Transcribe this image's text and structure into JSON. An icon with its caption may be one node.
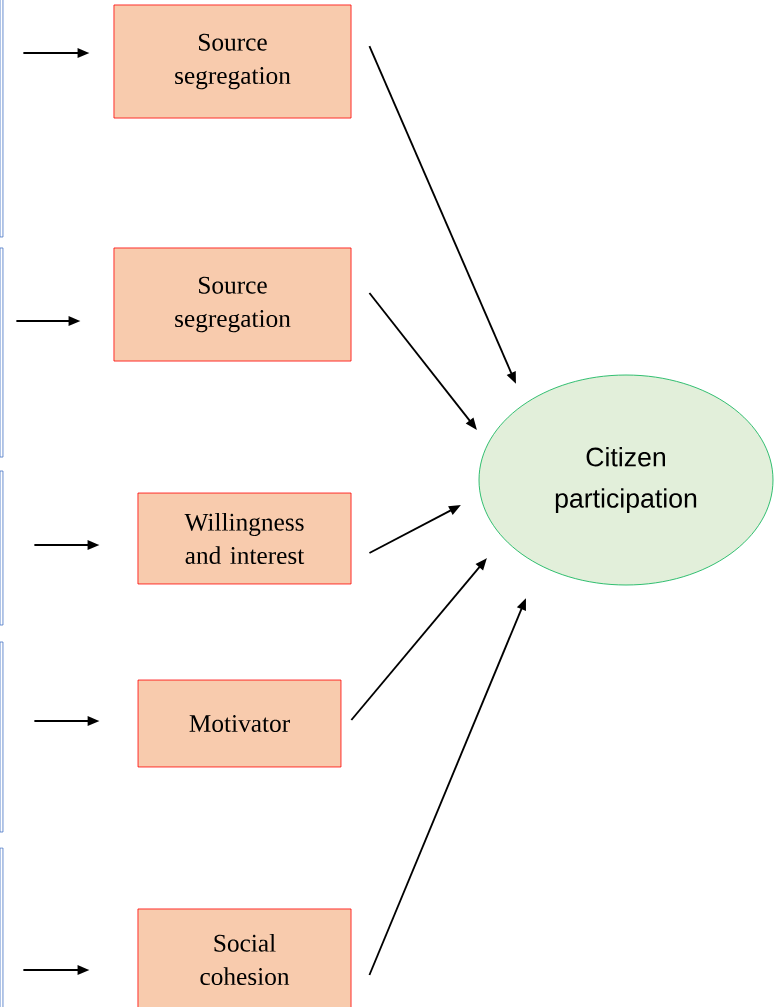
{
  "diagram": {
    "nodes": [
      {
        "text": [],
        "shape": "box"
      },
      {
        "text": [],
        "shape": "box"
      },
      {
        "text": [],
        "shape": "box"
      },
      {
        "text": [],
        "shape": "box"
      },
      {
        "text": [],
        "shape": "box"
      },
      {
        "text": [
          "Source segregation"
        ]
      },
      {
        "text": [
          "Source segregation"
        ]
      },
      {
        "text": [
          "Willingness and interest"
        ]
      },
      {
        "text": [
          "Motivator"
        ]
      },
      {
        "text": [
          "Social cohesion"
        ]
      },
      {
        "text": [
          "Citizen participation"
        ]
      }
    ],
    "edges": [
      {
        "from": 0,
        "to": 5,
        "arrow": "to"
      },
      {
        "from": 1,
        "to": 6,
        "arrow": "to"
      },
      {
        "from": 2,
        "to": 7,
        "arrow": "to"
      },
      {
        "from": 3,
        "to": 8,
        "arrow": "to"
      },
      {
        "from": 4,
        "to": 9,
        "arrow": "to"
      },
      {
        "from": 5,
        "to": 10,
        "arrow": "to"
      },
      {
        "from": 6,
        "to": 10,
        "arrow": "to"
      },
      {
        "from": 7,
        "to": 10,
        "arrow": "to"
      },
      {
        "from": 8,
        "to": 10,
        "arrow": "to"
      },
      {
        "from": 9,
        "to": 10,
        "arrow": "to"
      }
    ]
  }
}
